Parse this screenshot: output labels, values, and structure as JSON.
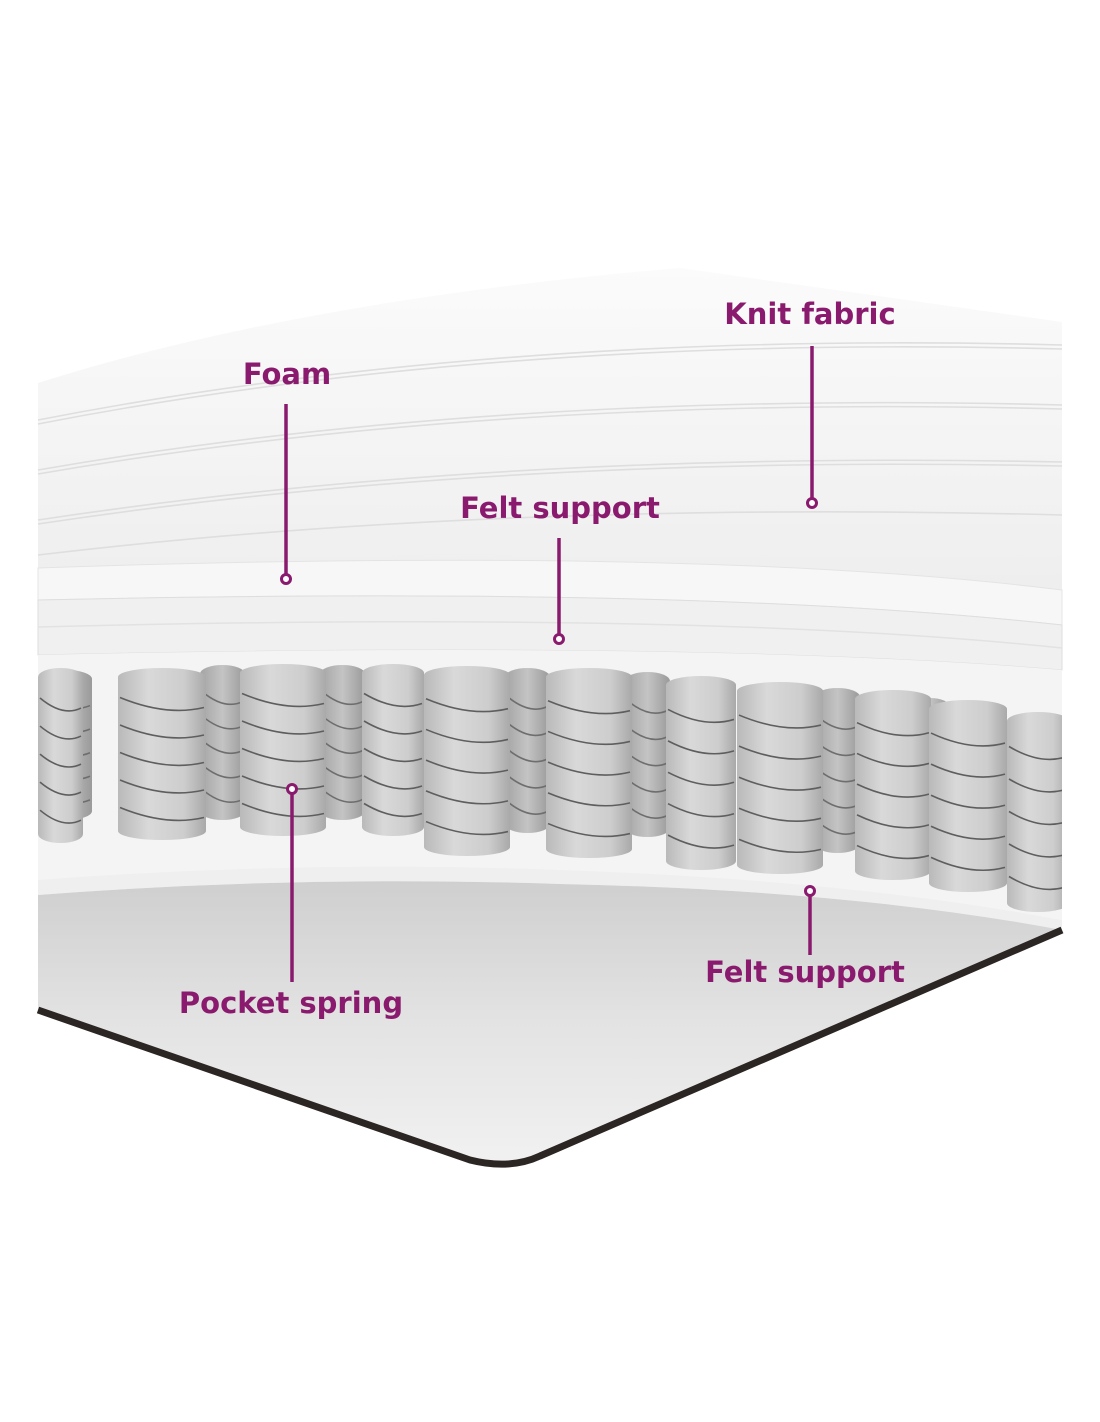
{
  "accent_color": "#8a1a6e",
  "labels": {
    "knit_fabric": "Knit fabric",
    "foam": "Foam",
    "felt_support_top": "Felt support",
    "pocket_spring": "Pocket spring",
    "felt_support_bottom": "Felt support"
  }
}
